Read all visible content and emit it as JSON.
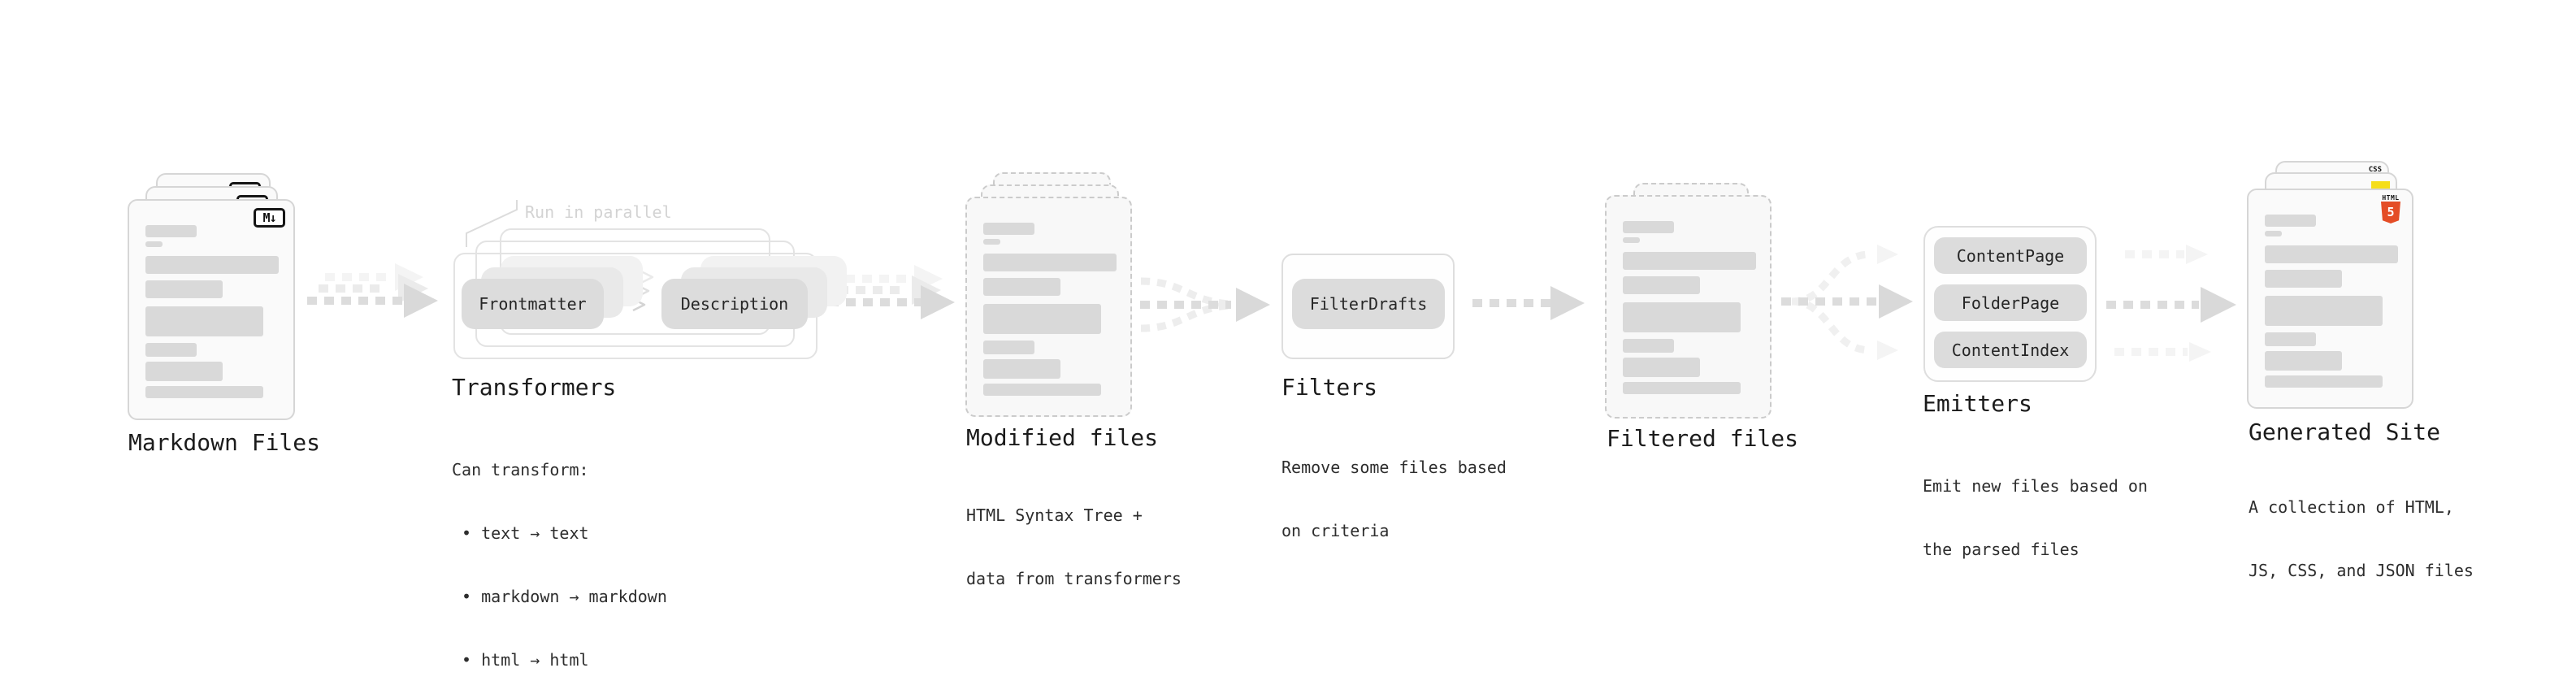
{
  "diagram": {
    "markdown_files": {
      "title": "Markdown Files",
      "badge": "M↓"
    },
    "transformers": {
      "title": "Transformers",
      "annotation": "Run in parallel",
      "pill_left": "Frontmatter",
      "pill_right": "Description",
      "desc_heading": "Can transform:",
      "bullets": [
        "• text → text",
        "• markdown → markdown",
        "• html → html"
      ]
    },
    "modified_files": {
      "title": "Modified files",
      "desc": [
        "HTML Syntax Tree +",
        "data from transformers"
      ]
    },
    "filters": {
      "title": "Filters",
      "pill": "FilterDrafts",
      "desc": [
        "Remove some files based",
        "on criteria"
      ]
    },
    "filtered_files": {
      "title": "Filtered files"
    },
    "emitters": {
      "title": "Emitters",
      "pills": [
        "ContentPage",
        "FolderPage",
        "ContentIndex"
      ],
      "desc": [
        "Emit new files based on",
        "the parsed files"
      ]
    },
    "generated_site": {
      "title": "Generated Site",
      "badge_css": "CSS",
      "badge_html_word": "HTML",
      "badge_html_num": "5",
      "desc": [
        "A collection of HTML,",
        "JS, CSS, and JSON files"
      ]
    },
    "colors": {
      "html5_orange": "#e44d26",
      "css_blue": "#2965f1",
      "js_yellow": "#f5de19",
      "arrow_gray": "#dcdcdc",
      "text_dark": "#1f1f1f"
    },
    "doc_bars": [
      [
        20,
        30,
        63,
        15
      ],
      [
        20,
        50,
        21,
        7
      ],
      [
        20,
        68,
        164,
        22
      ],
      [
        20,
        98,
        95,
        22
      ],
      [
        20,
        130,
        145,
        37
      ],
      [
        20,
        175,
        63,
        17
      ],
      [
        20,
        198,
        95,
        24
      ],
      [
        20,
        228,
        145,
        15
      ]
    ]
  }
}
